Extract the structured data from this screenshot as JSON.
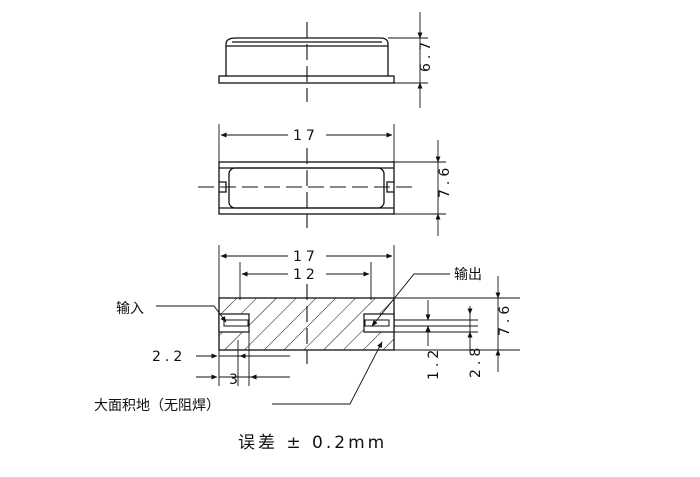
{
  "top_view": {
    "height_label": "6.7"
  },
  "middle_view": {
    "width_label": "17",
    "height_label": "7.6"
  },
  "bottom_view": {
    "width_label": "17",
    "inner_width_label": "12",
    "height_label": "7.6",
    "input_label": "输入",
    "output_label": "输出",
    "dim_2_2": "2.2",
    "dim_3": "3",
    "dim_1_2": "1.2",
    "dim_2_8": "2.8",
    "ground_label": "大面积地（无阻焊）"
  },
  "caption": "误差 ± 0.2mm"
}
